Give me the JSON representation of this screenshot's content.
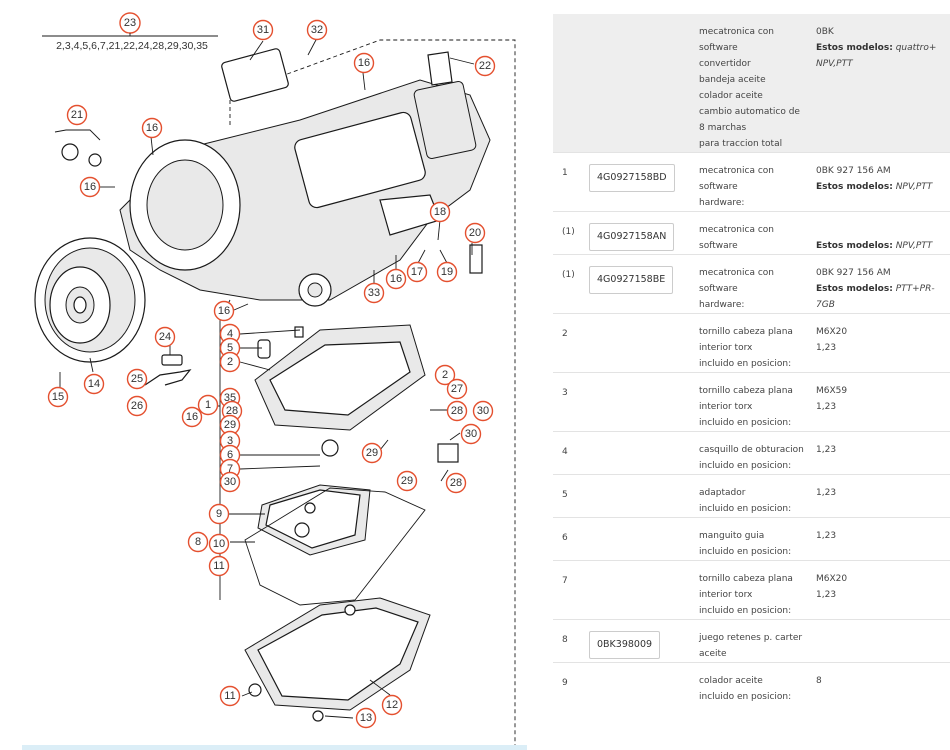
{
  "diagram": {
    "callout_23_list": "2,3,4,5,6,7,21,22,24,28,29,30,35",
    "callouts": [
      "23",
      "31",
      "32",
      "16",
      "22",
      "21",
      "16",
      "16",
      "18",
      "20",
      "17",
      "19",
      "33",
      "16",
      "16",
      "4",
      "5",
      "2",
      "24",
      "25",
      "26",
      "16",
      "14",
      "15",
      "1",
      "35",
      "28",
      "29",
      "3",
      "6",
      "7",
      "30",
      "2",
      "27",
      "28",
      "30",
      "30",
      "29",
      "29",
      "28",
      "9",
      "8",
      "10",
      "11",
      "11",
      "12",
      "13"
    ]
  },
  "parts": [
    {
      "num": "",
      "part_number": "",
      "desc": [
        "mecatronica con",
        "software",
        "convertidor",
        "bandeja aceite",
        "colador aceite",
        "cambio automatico de",
        "8 marchas",
        "para traccion total"
      ],
      "code": "0BK",
      "models_label": "Estos modelos:",
      "models": "quattro+ NPV,PTT",
      "extra": ""
    },
    {
      "num": "1",
      "part_number": "4G0927158BD",
      "desc": [
        "mecatronica con",
        "software",
        "hardware:"
      ],
      "code": "0BK 927 156 AM",
      "models_label": "Estos modelos:",
      "models": "NPV,PTT",
      "extra": ""
    },
    {
      "num": "(1)",
      "part_number": "4G0927158AN",
      "desc": [
        "mecatronica con",
        "software"
      ],
      "code": "",
      "models_label": "Estos modelos:",
      "models": "NPV,PTT",
      "extra": ""
    },
    {
      "num": "(1)",
      "part_number": "4G0927158BE",
      "desc": [
        "mecatronica con",
        "software",
        "hardware:"
      ],
      "code": "0BK 927 156 AM",
      "models_label": "Estos modelos:",
      "models": "PTT+PR-7GB",
      "extra": ""
    },
    {
      "num": "2",
      "part_number": "",
      "desc": [
        "tornillo cabeza plana",
        "interior torx",
        "incluido en posicion:"
      ],
      "code": "M6X20",
      "models_label": "",
      "models": "",
      "extra": "1,23"
    },
    {
      "num": "3",
      "part_number": "",
      "desc": [
        "tornillo cabeza plana",
        "interior torx",
        "incluido en posicion:"
      ],
      "code": "M6X59",
      "models_label": "",
      "models": "",
      "extra": "1,23"
    },
    {
      "num": "4",
      "part_number": "",
      "desc": [
        "casquillo de obturacion",
        "incluido en posicion:"
      ],
      "code": "1,23",
      "models_label": "",
      "models": "",
      "extra": ""
    },
    {
      "num": "5",
      "part_number": "",
      "desc": [
        "adaptador",
        "incluido en posicion:"
      ],
      "code": "1,23",
      "models_label": "",
      "models": "",
      "extra": ""
    },
    {
      "num": "6",
      "part_number": "",
      "desc": [
        "manguito guia",
        "incluido en posicion:"
      ],
      "code": "1,23",
      "models_label": "",
      "models": "",
      "extra": ""
    },
    {
      "num": "7",
      "part_number": "",
      "desc": [
        "tornillo cabeza plana",
        "interior torx",
        "incluido en posicion:"
      ],
      "code": "M6X20",
      "models_label": "",
      "models": "",
      "extra": "1,23"
    },
    {
      "num": "8",
      "part_number": "0BK398009",
      "desc": [
        "juego retenes p. carter",
        "aceite"
      ],
      "code": "",
      "models_label": "",
      "models": "",
      "extra": ""
    },
    {
      "num": "9",
      "part_number": "",
      "desc": [
        "colador aceite",
        "incluido en posicion:"
      ],
      "code": "8",
      "models_label": "",
      "models": "",
      "extra": ""
    }
  ],
  "colors": {
    "callout_border": "#e4502f",
    "header_bg": "#eeeeee",
    "row_border": "#e3e3e3"
  }
}
